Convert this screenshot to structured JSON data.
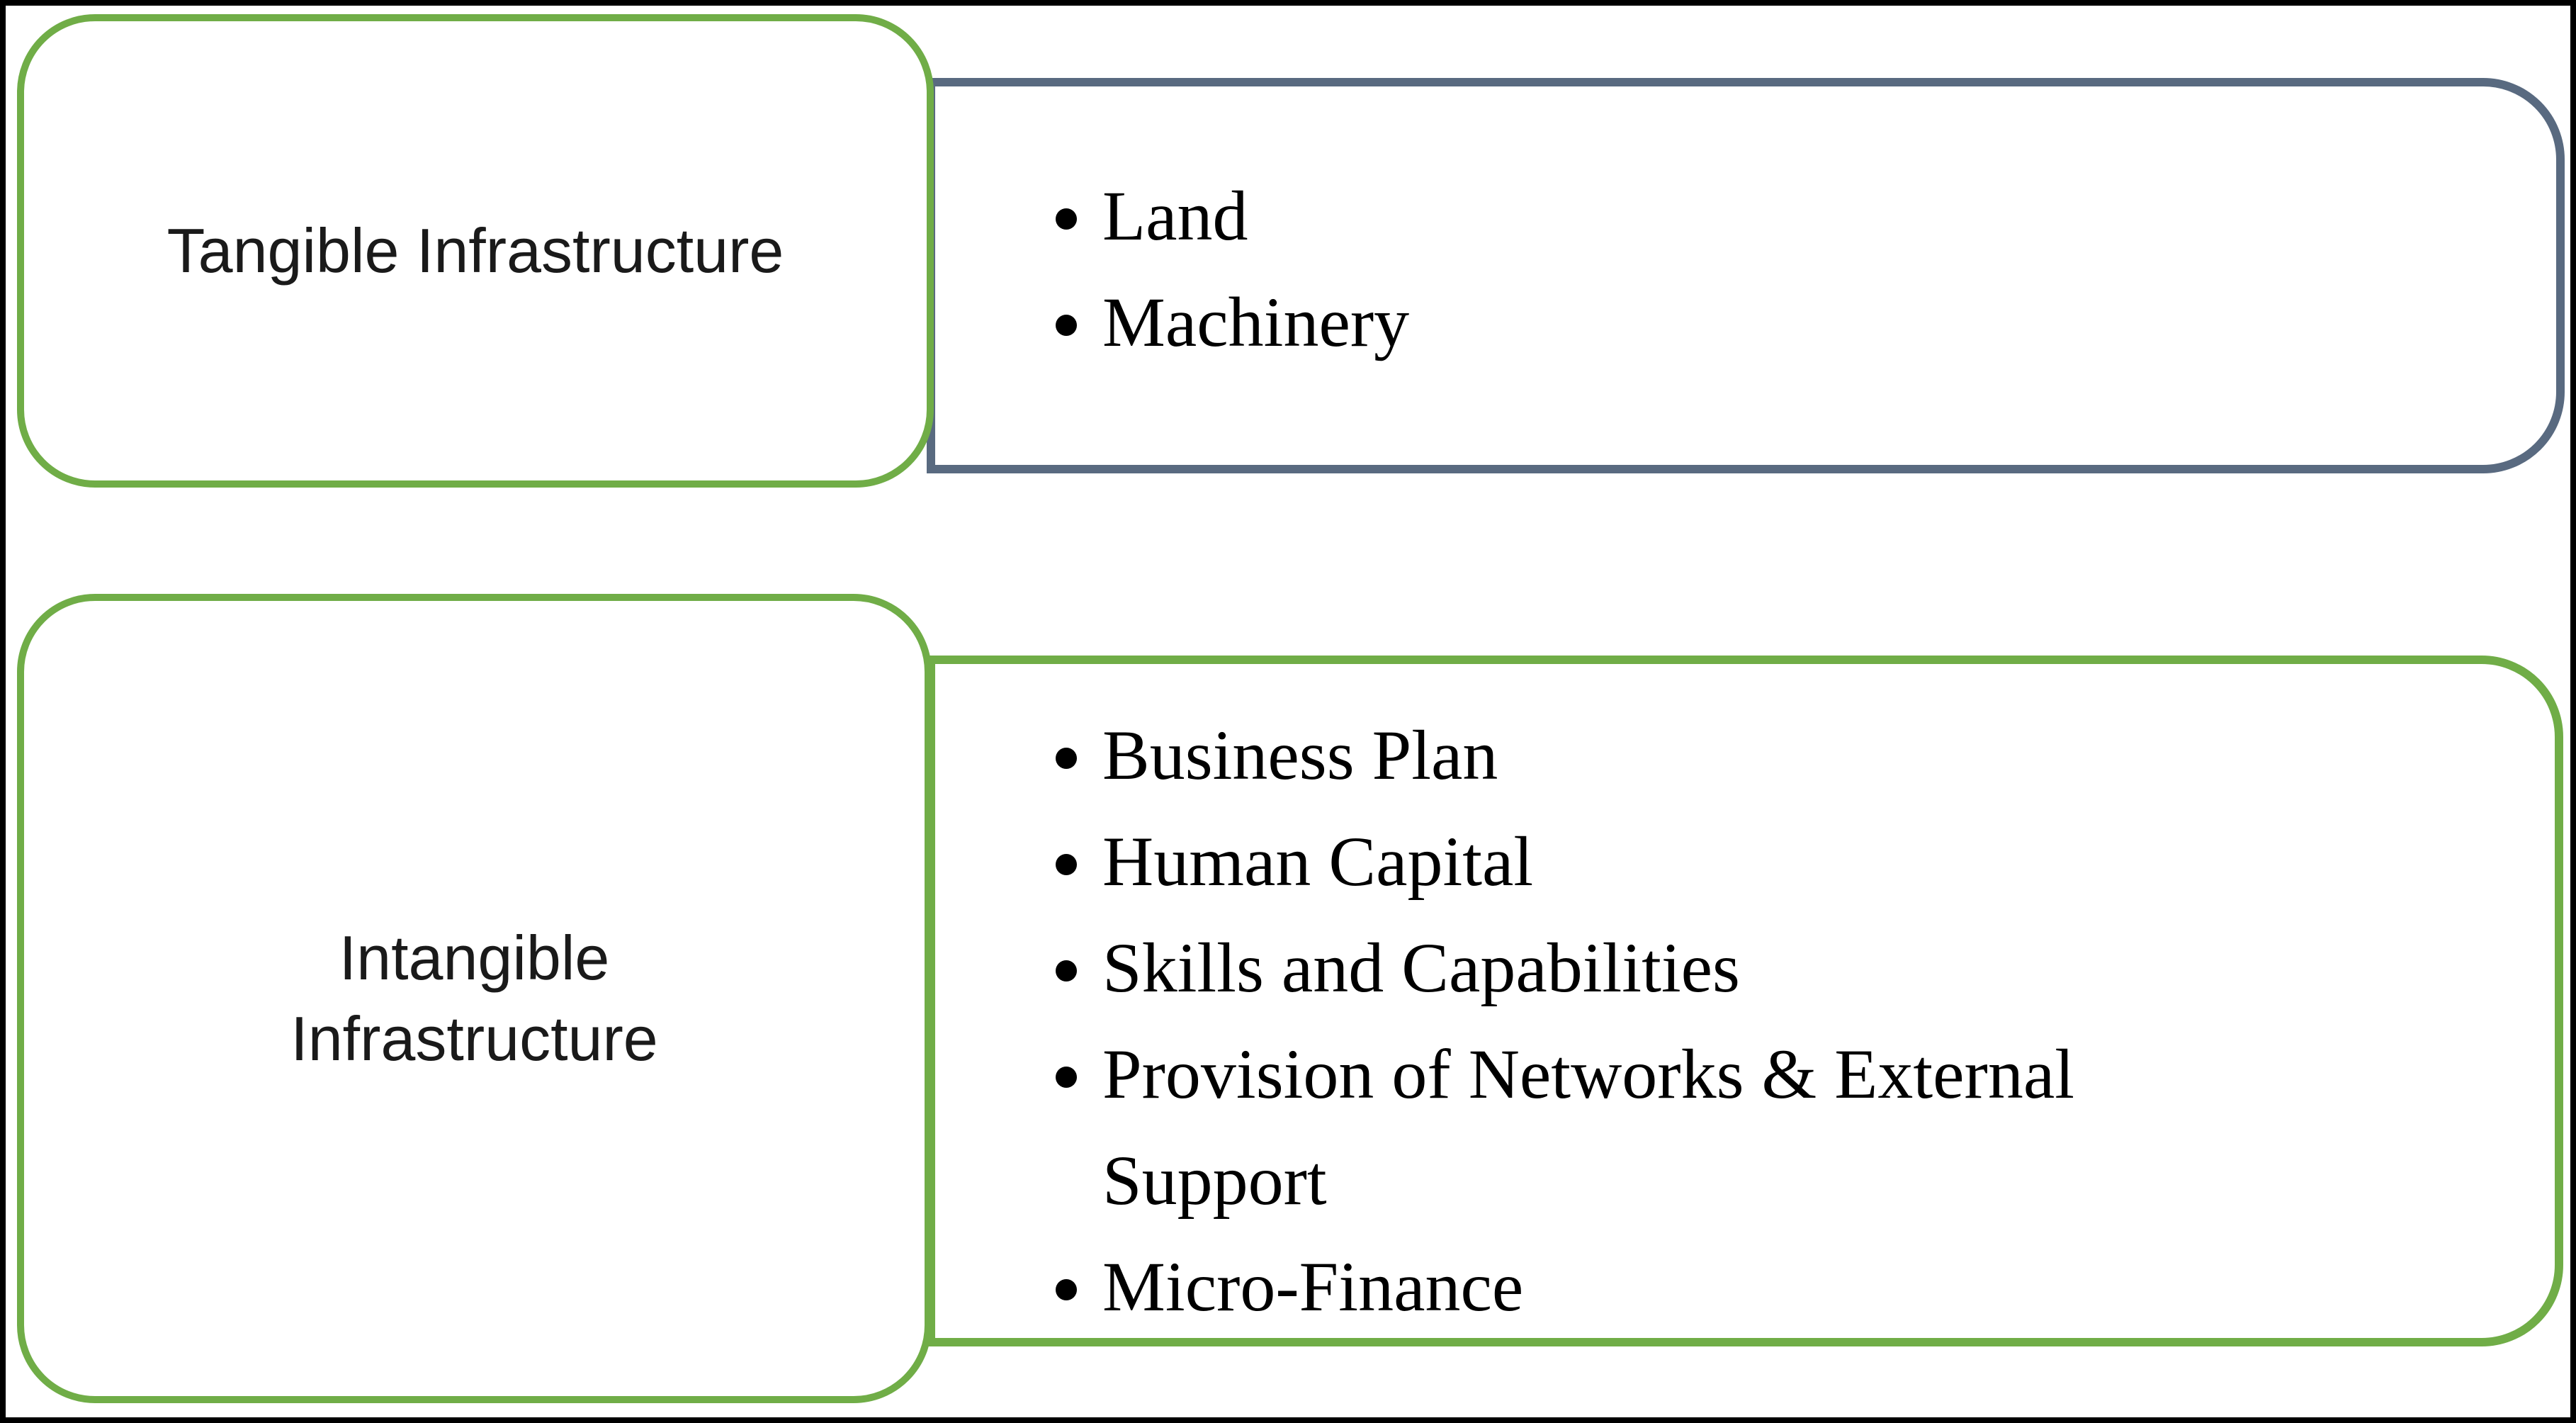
{
  "page": {
    "background": "#ffffff",
    "border_color": "#000000"
  },
  "colors": {
    "green_accent": "#70AD47",
    "slate_accent": "#596A80",
    "text": "#1a1a1a"
  },
  "rows": [
    {
      "label": "Tangible Infrastructure",
      "items": [
        "Land",
        "Machinery"
      ]
    },
    {
      "label": "Intangible Infrastructure",
      "items": [
        "Business Plan",
        "Human Capital",
        "Skills and Capabilities",
        "Provision of Networks & External Support",
        "Micro-Finance"
      ]
    }
  ]
}
